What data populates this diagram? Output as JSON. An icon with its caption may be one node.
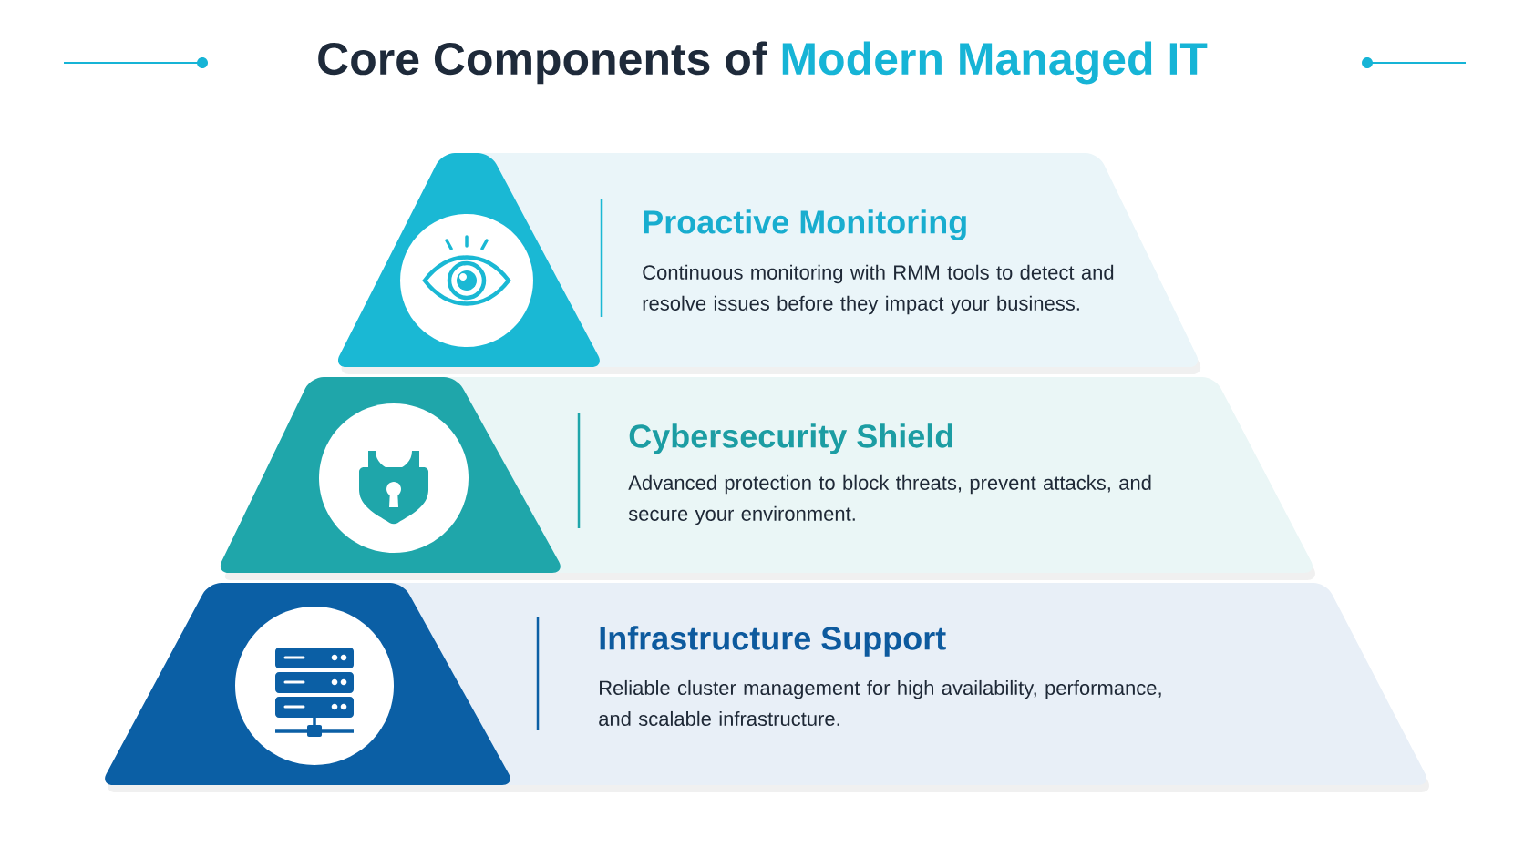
{
  "diagram": {
    "title": "Core Components of **Modern Managed IT**",
    "nodes": [
      {
        "text": [
          "Proactive Monitoring",
          "Continuous monitoring with RMM tools to detect and resolve issues before they impact your business."
        ]
      },
      {
        "text": [
          "Cybersecurity Shield",
          "Advanced protection to block threats, prevent attacks, and secure your environment."
        ]
      },
      {
        "text": [
          "Infrastructure Support",
          "Reliable cluster management for high availability, performance, and scalable infrastructure."
        ]
      }
    ]
  }
}
